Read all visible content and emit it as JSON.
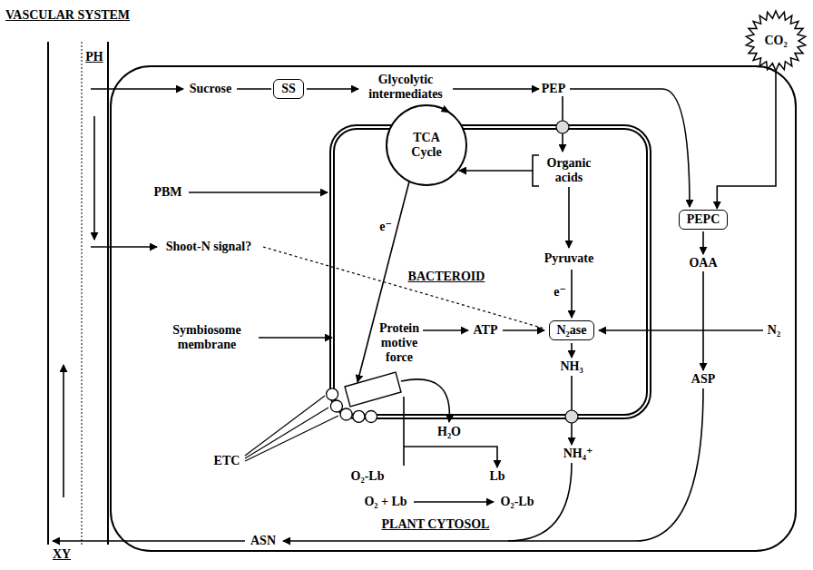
{
  "diagram": {
    "nodes": [
      {
        "text": [
          "VASCULAR SYSTEM",
          "PH",
          "XY"
        ]
      },
      {
        "text": [
          "CO₂"
        ]
      },
      {
        "text": [
          "PLANT CYTOSOL"
        ]
      },
      {
        "text": [
          "SS"
        ],
        "in": 2
      },
      {
        "text": [
          "BACTEROID"
        ],
        "in": 2
      },
      {
        "text": [
          "TCA Cycle"
        ],
        "in": 4
      },
      {
        "text": [
          "PEPC"
        ],
        "in": 2
      },
      {
        "text": [
          "N₂ase"
        ],
        "in": 4
      }
    ],
    "edges": [
      {
        "from": 1,
        "to": 6,
        "arrow": "to"
      }
    ],
    "labels": [
      "Sucrose",
      "Glycolytic intermediates",
      "PEP",
      "Organic acids",
      "Pyruvate",
      "e⁻",
      "NH₃",
      "NH₄⁺",
      "PBM",
      "Shoot-N signal?",
      "Symbiosome membrane",
      "Protein motive force",
      "ATP",
      "N₂",
      "e⁻",
      "ETC",
      "H₂O",
      "O₂-Lb",
      "Lb",
      "O₂ + Lb",
      "O₂-Lb",
      "OAA",
      "ASP",
      "ASN"
    ]
  }
}
